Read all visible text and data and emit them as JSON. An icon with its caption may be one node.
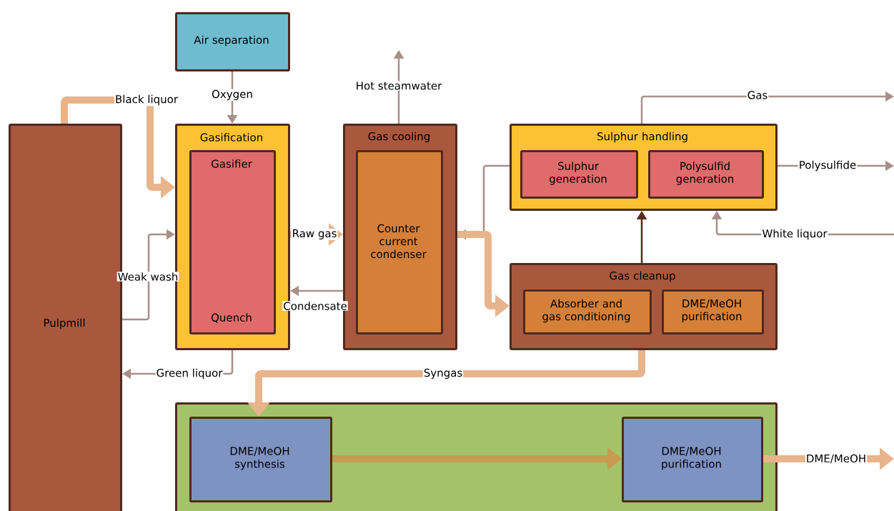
{
  "diagram": {
    "nodes": [
      {
        "text": [
          "Air separation"
        ]
      },
      {
        "text": [
          "Pulpmill"
        ]
      },
      {
        "text": [
          "Gasification"
        ]
      },
      {
        "text": [
          "Gasifier",
          "Quench"
        ],
        "in": 2
      },
      {
        "text": [
          "Gas cooling"
        ]
      },
      {
        "text": [
          "Counter current condenser"
        ],
        "in": 4
      },
      {
        "text": [
          "Sulphur handling"
        ]
      },
      {
        "text": [
          "Sulphur generation"
        ],
        "in": 6
      },
      {
        "text": [
          "Polysulfid generation"
        ],
        "in": 6
      },
      {
        "text": [
          "Gas cleanup"
        ]
      },
      {
        "text": [
          "Absorber and gas conditioning"
        ],
        "in": 9
      },
      {
        "text": [
          "DME/MeOH purification"
        ],
        "in": 9
      },
      {
        "text": [],
        "shape": "box"
      },
      {
        "text": [
          "DME/MeOH synthesis"
        ],
        "in": 12
      },
      {
        "text": [
          "DME/MeOH purification"
        ],
        "in": 12
      }
    ],
    "edges": [
      {
        "from": 0,
        "to": 2,
        "arrow": "to",
        "label": "Oxygen"
      },
      {
        "from": 1,
        "to": 2,
        "arrow": "to",
        "label": "Black liquor",
        "style": "thick",
        "color": "#e8b48c"
      },
      {
        "from": 1,
        "to": 2,
        "arrow": "to",
        "label": "Weak wash"
      },
      {
        "from": 2,
        "to": 4,
        "arrow": "to",
        "label": "Raw gas",
        "style": "thick",
        "color": "#e8b48c"
      },
      {
        "from": 4,
        "to": 2,
        "arrow": "to",
        "label": "Condensate"
      },
      {
        "from": 2,
        "to": 1,
        "arrow": "to",
        "label": "Green liquor"
      },
      {
        "from": 4,
        "to": null,
        "arrow": "to",
        "label": "Hot steamwater"
      },
      {
        "from": 6,
        "to": 4,
        "arrow": "to"
      },
      {
        "from": 4,
        "to": 9,
        "arrow": "to",
        "style": "thick",
        "color": "#e8b48c"
      },
      {
        "from": 9,
        "to": 6,
        "arrow": "to",
        "color": "#5a2a20"
      },
      {
        "from": 6,
        "to": null,
        "arrow": "to",
        "label": "Gas"
      },
      {
        "from": 6,
        "to": null,
        "arrow": "to",
        "label": "Polysulfide"
      },
      {
        "from": null,
        "to": 6,
        "arrow": "to",
        "label": "White liquor"
      },
      {
        "from": 9,
        "to": 13,
        "arrow": "to",
        "label": "Syngas",
        "style": "thick",
        "color": "#e8b48c"
      },
      {
        "from": 13,
        "to": 14,
        "arrow": "to",
        "style": "thick",
        "color": "#c89a50"
      },
      {
        "from": 14,
        "to": null,
        "arrow": "to",
        "label": "DME/MeOH",
        "style": "thick",
        "color": "#e8b48c"
      }
    ]
  }
}
